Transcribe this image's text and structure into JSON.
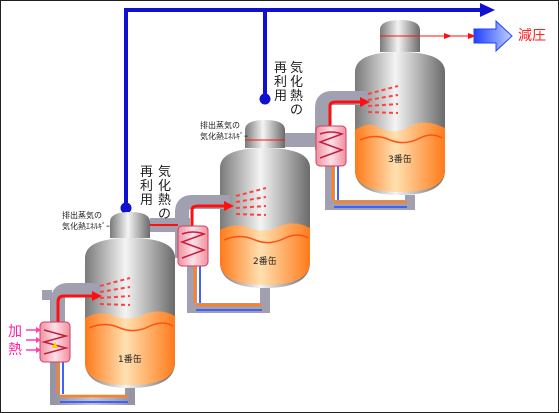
{
  "labels": {
    "vacuum": "減圧",
    "heating": "加熱",
    "tank1": "1番缶",
    "tank2": "2番缶",
    "tank3": "3番缶",
    "reuse1": "再利用",
    "reuse2": "気化熱の",
    "exhaust1a": "排出蒸気の",
    "exhaust1b": "気化熱ｴﾈﾙｷﾞｰ",
    "exhaust2a": "排出蒸気の",
    "exhaust2b": "気化熱ｴﾈﾙｷﾞｰ"
  },
  "colors": {
    "vacuum_line": "#1010d0",
    "vacuum_text": "#ff2020",
    "heat_text": "#ff20a0",
    "steam_red": "#ff1010",
    "liquid_orange": "#ff8020",
    "pipe_gray": "#a8a8b8",
    "exchanger_pink": "#ffb0c0"
  }
}
